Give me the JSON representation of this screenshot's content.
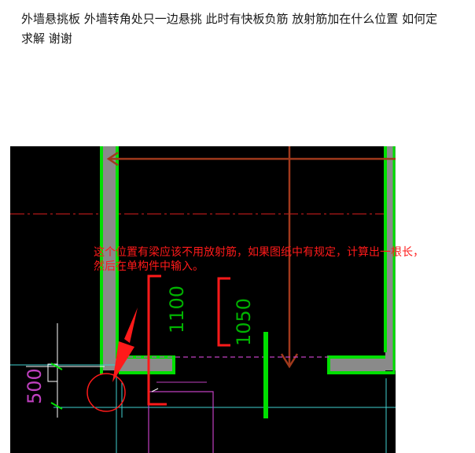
{
  "post": {
    "question_line1": "外墙悬挑板 外墙转角处只一边悬挑 此时有快板负筋 放射筋加在什么位置 如何定",
    "question_line2": "求解 谢谢"
  },
  "drawing": {
    "annotation_line1": "这个位置有梁应该不用放射筋，如果图纸中有规定，计算出一根长，",
    "annotation_line2": "然后在单构件中输入。",
    "dim_1100": "1100",
    "dim_1050": "1050",
    "dim_500": "500"
  },
  "colors": {
    "cad_background": "#000000",
    "wall_green": "#00e000",
    "wall_fill": "#8a8a8a",
    "rebar_brown": "#a0391c",
    "annotation_red": "#ff1a1a",
    "dim_green": "#00b300",
    "magenta": "#c040c0",
    "cyan": "#3fd0d0"
  }
}
